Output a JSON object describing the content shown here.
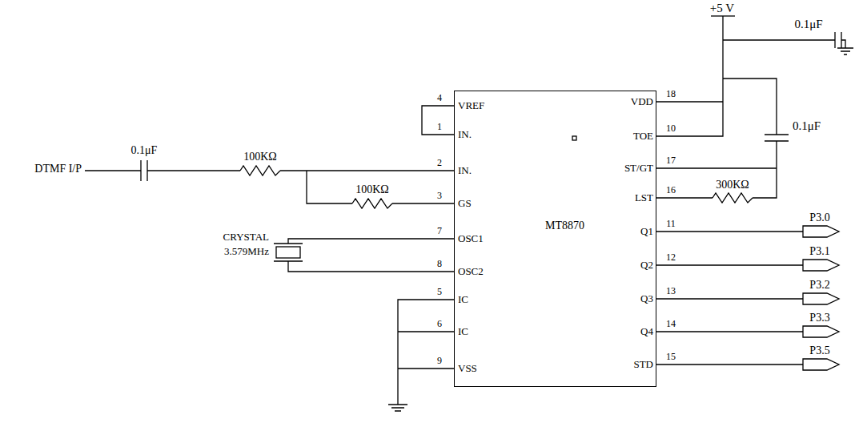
{
  "diagram": {
    "nodes": [
      {
        "text": [
          "MT8870"
        ]
      }
    ],
    "labels": [
      "+5 V",
      "0.1μF",
      "0.1μF",
      "DTMF I/P",
      "0.1μF",
      "100KΩ",
      "100KΩ",
      "300KΩ",
      "CRYSTAL",
      "3.579MHz",
      "VREF",
      "IN.",
      "IN.",
      "GS",
      "OSC1",
      "OSC2",
      "IC",
      "IC",
      "VSS",
      "VDD",
      "TOE",
      "ST/GT",
      "LST",
      "Q1",
      "Q2",
      "Q3",
      "Q4",
      "STD",
      "4",
      "1",
      "2",
      "3",
      "7",
      "8",
      "5",
      "6",
      "9",
      "18",
      "10",
      "17",
      "16",
      "11",
      "12",
      "13",
      "14",
      "15",
      "P3.0",
      "P3.1",
      "P3.2",
      "P3.3",
      "P3.5"
    ]
  }
}
